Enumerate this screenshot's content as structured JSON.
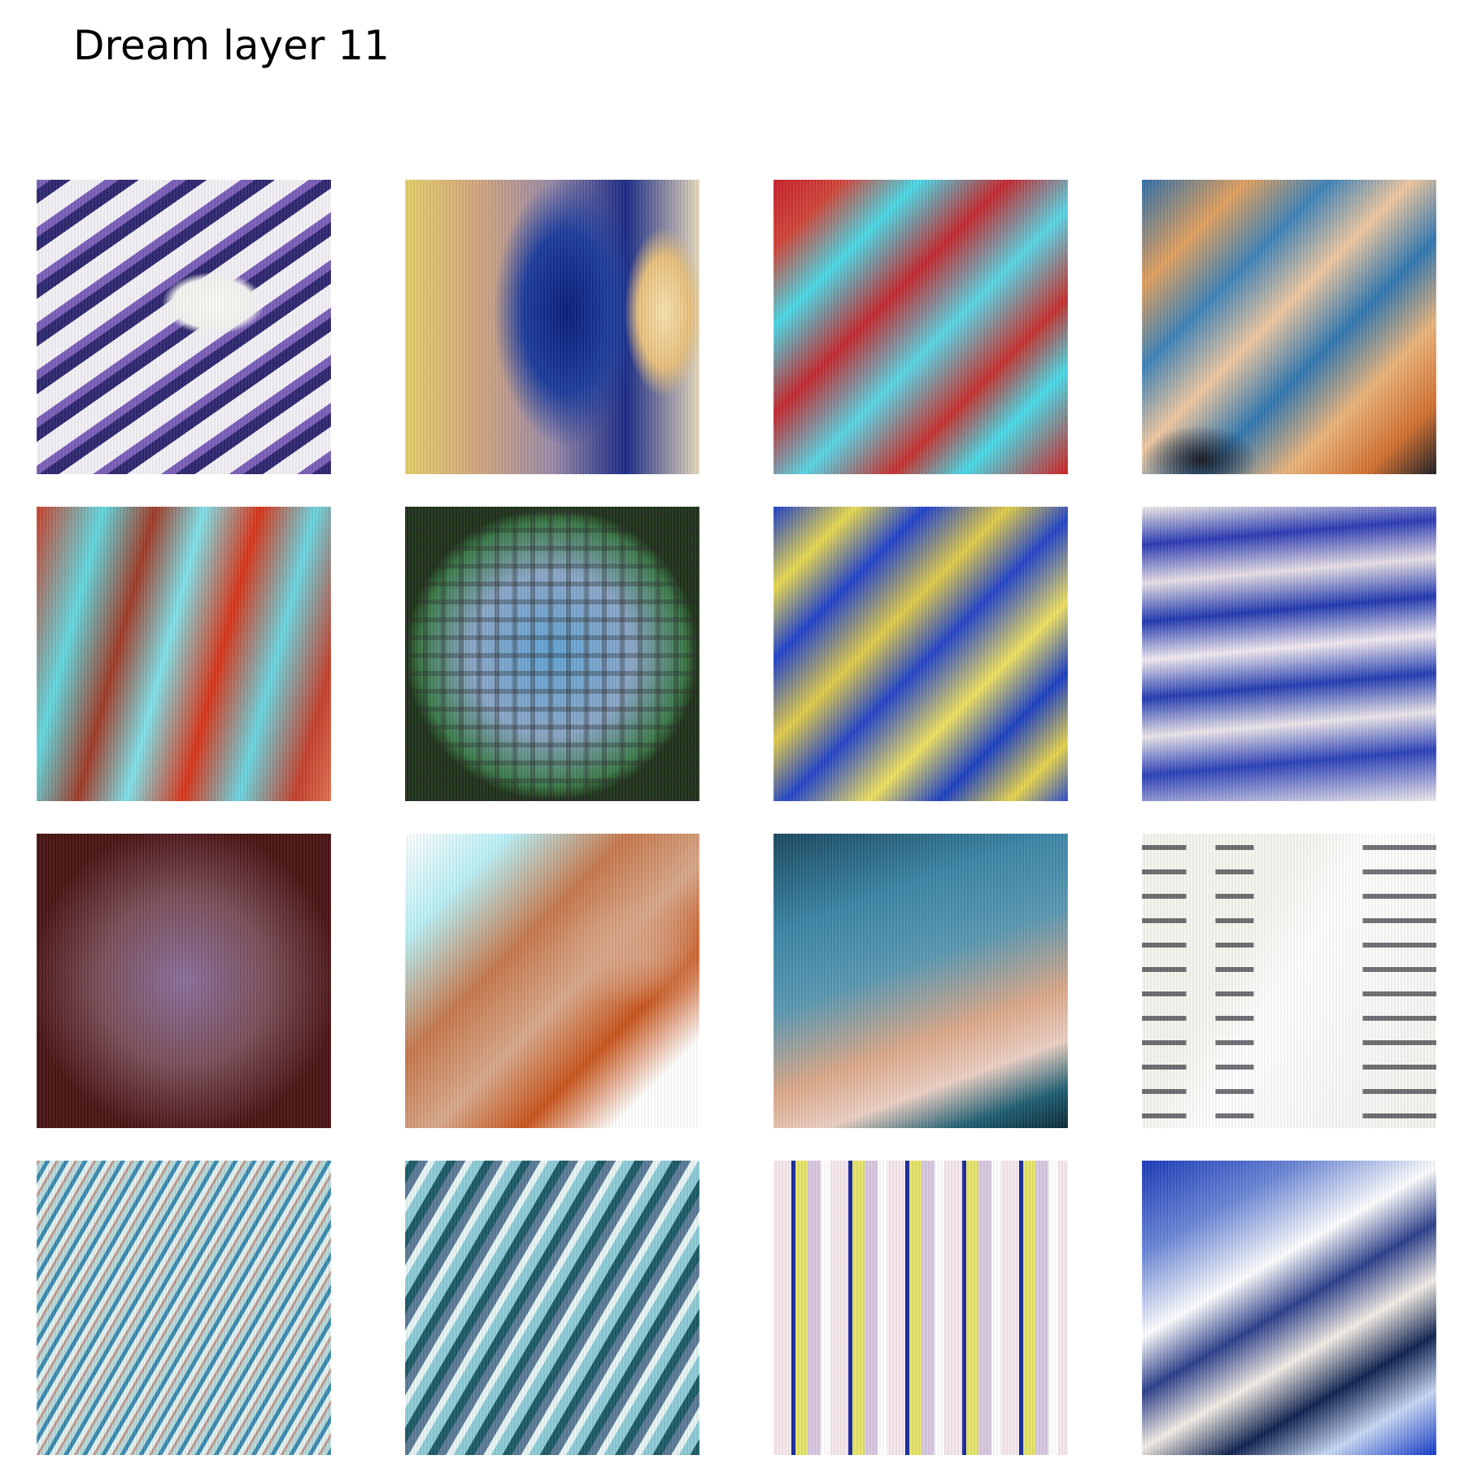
{
  "title": "Dream layer 11",
  "tiles": [
    {
      "name": "dream-tile-1"
    },
    {
      "name": "dream-tile-2"
    },
    {
      "name": "dream-tile-3"
    },
    {
      "name": "dream-tile-4"
    },
    {
      "name": "dream-tile-5"
    },
    {
      "name": "dream-tile-6"
    },
    {
      "name": "dream-tile-7"
    },
    {
      "name": "dream-tile-8"
    },
    {
      "name": "dream-tile-9"
    },
    {
      "name": "dream-tile-10"
    },
    {
      "name": "dream-tile-11"
    },
    {
      "name": "dream-tile-12"
    },
    {
      "name": "dream-tile-13"
    },
    {
      "name": "dream-tile-14"
    },
    {
      "name": "dream-tile-15"
    },
    {
      "name": "dream-tile-16"
    }
  ]
}
